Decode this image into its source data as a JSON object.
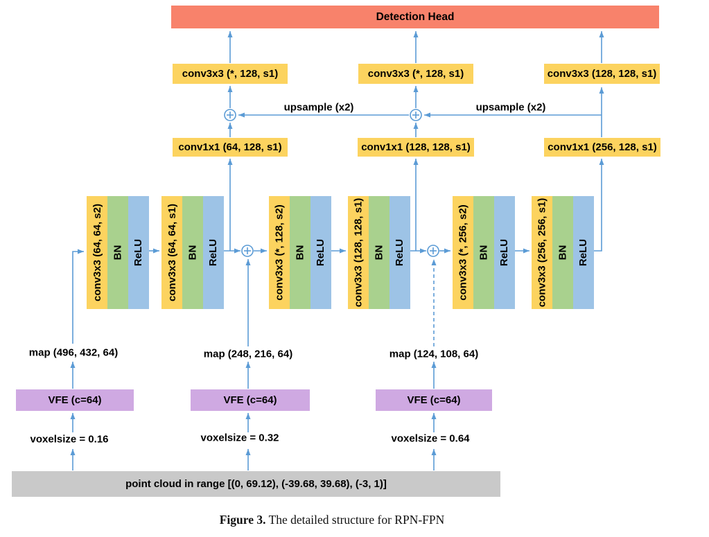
{
  "detection_head": "Detection Head",
  "top_convs": [
    "conv3x3 (*, 128, s1)",
    "conv3x3 (*, 128, s1)",
    "conv3x3 (128, 128, s1)"
  ],
  "mid_convs": [
    "conv1x1 (64, 128, s1)",
    "conv1x1 (128, 128, s1)",
    "conv1x1 (256, 128, s1)"
  ],
  "upsample_labels": [
    "upsample (x2)",
    "upsample (x2)"
  ],
  "conv_groups": [
    {
      "conv": "conv3x3 (64, 64, s2)",
      "bn": "BN",
      "relu": "ReLU"
    },
    {
      "conv": "conv3x3 (64, 64, s1)",
      "bn": "BN",
      "relu": "ReLU"
    },
    {
      "conv": "conv3x3 (*, 128, s2)",
      "bn": "BN",
      "relu": "ReLU"
    },
    {
      "conv": "conv3x3 (128, 128, s1)",
      "bn": "BN",
      "relu": "ReLU"
    },
    {
      "conv": "conv3x3 (*, 256, s2)",
      "bn": "BN",
      "relu": "ReLU"
    },
    {
      "conv": "conv3x3 (256, 256, s1)",
      "bn": "BN",
      "relu": "ReLU"
    }
  ],
  "maps": [
    "map (496, 432, 64)",
    "map (248, 216, 64)",
    "map (124, 108, 64)"
  ],
  "vfes": [
    "VFE (c=64)",
    "VFE (c=64)",
    "VFE (c=64)"
  ],
  "voxelsizes": [
    "voxelsize = 0.16",
    "voxelsize = 0.32",
    "voxelsize = 0.64"
  ],
  "point_cloud": "point cloud in range [(0, 69.12), (-39.68, 39.68), (-3, 1)]",
  "caption": {
    "label": "Figure 3.",
    "text": "The detailed structure for RPN-FPN"
  },
  "colors": {
    "detection_head": "#F8826B",
    "conv_box": "#FCD35F",
    "bn_bar": "#A9D18E",
    "relu_bar": "#9DC3E6",
    "vfe_box": "#CFA9E2",
    "point_cloud_box": "#C9C9C9",
    "connector": "#5B9BD5",
    "text": "#000000"
  }
}
